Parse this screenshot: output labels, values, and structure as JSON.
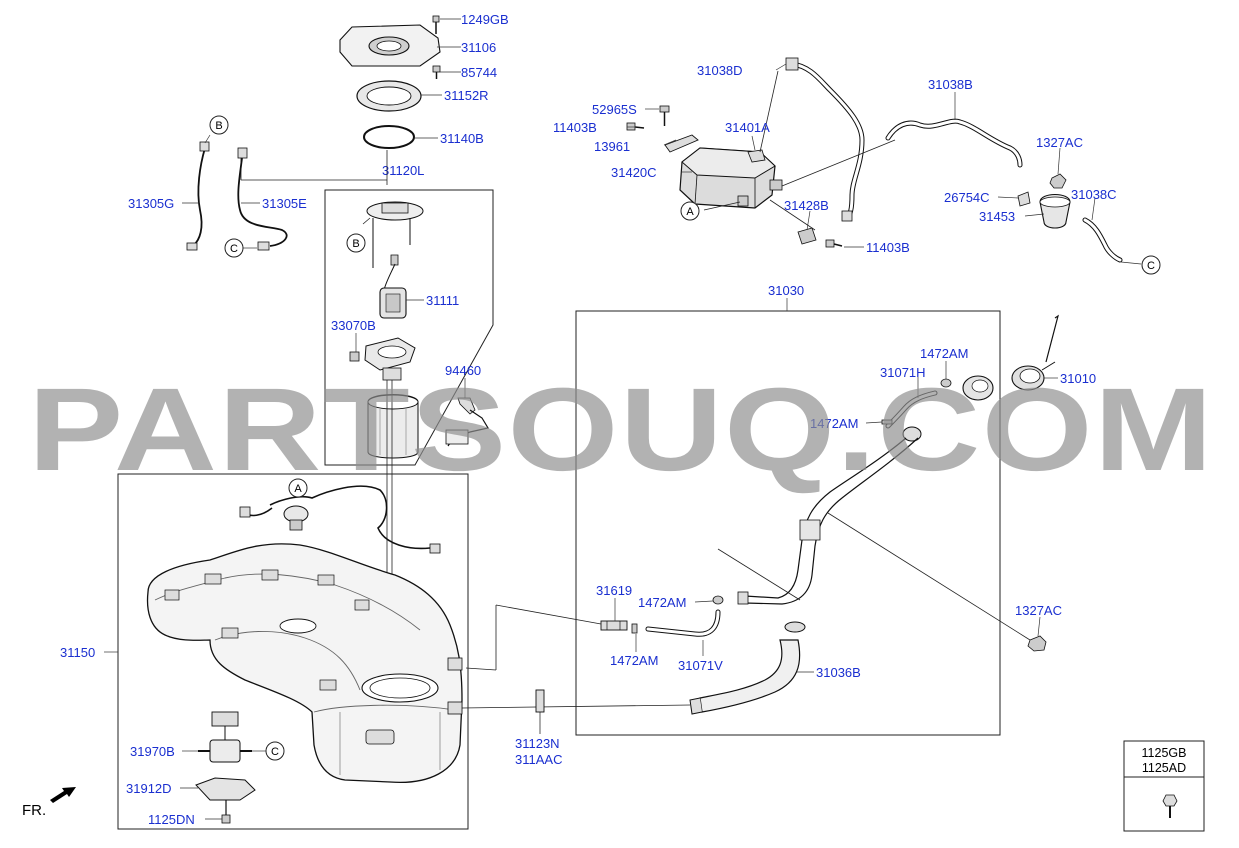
{
  "watermark": "PARTSOUQ.COM",
  "direction_label": "FR.",
  "callout_letters": {
    "a": "A",
    "b": "B",
    "c": "C"
  },
  "part_labels": {
    "p1249GB": "1249GB",
    "p31106": "31106",
    "p85744": "85744",
    "p31152R": "31152R",
    "p31140B": "31140B",
    "p31120L": "31120L",
    "p31111": "31111",
    "p33070B": "33070B",
    "p94460": "94460",
    "p31305G": "31305G",
    "p31305E": "31305E",
    "p31038D": "31038D",
    "p52965S": "52965S",
    "p11403B_a": "11403B",
    "p13961": "13961",
    "p31401A": "31401A",
    "p31420C": "31420C",
    "p31428B": "31428B",
    "p11403B_b": "11403B",
    "p31038B": "31038B",
    "p1327AC_a": "1327AC",
    "p26754C": "26754C",
    "p31453": "31453",
    "p31038C": "31038C",
    "p31030": "31030",
    "p31010": "31010",
    "p1472AM_a": "1472AM",
    "p31071H": "31071H",
    "p1472AM_b": "1472AM",
    "p1327AC_b": "1327AC",
    "p31619": "31619",
    "p1472AM_c": "1472AM",
    "p1472AM_d": "1472AM",
    "p31071V": "31071V",
    "p31036B": "31036B",
    "p31150": "31150",
    "p31970B": "31970B",
    "p31912D": "31912D",
    "p1125DN": "1125DN",
    "p31123N": "31123N",
    "p311AAC": "311AAC"
  },
  "legend_table": {
    "row1": "1125GB",
    "row2": "1125AD"
  }
}
